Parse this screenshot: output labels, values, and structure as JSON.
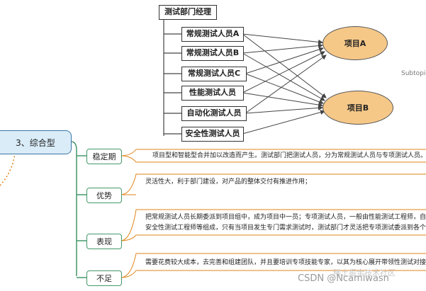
{
  "org_chart": {
    "manager": "测试部门经理",
    "staff": [
      "常规测试人员A",
      "常规测试人员B",
      "常规测试人员C",
      "性能测试人员",
      "自动化测试人员",
      "安全性测试人员"
    ],
    "projects": [
      "项目A",
      "项目B"
    ],
    "side_label": "Subtopic"
  },
  "mindmap": {
    "central_topic": "3、综合型",
    "branches": [
      {
        "label": "稳定期",
        "text": [
          "项目型和智能型合并加以改造而产生。测试部门把测试人员，分为常规测试人员与专项测试人员。"
        ]
      },
      {
        "label": "优势",
        "text": [
          "灵活性大，利于部门建设，对产品的整体交付有推进作用；"
        ]
      },
      {
        "label": "表现",
        "text": [
          "把常规测试人员长期委派到项目组中，成为项目中一员；专项测试人员，一般由性能测试工程师，自",
          "安全性测试工程师等组成，只有当项目发生专门需求测试时，测试部门才灵活把专项测试委派到各个"
        ]
      },
      {
        "label": "不足",
        "text": [
          "需要花费较大成本，去完善和组建团队，并且要培训专项技能专家，以其为核心展开带领性测试对接"
        ]
      }
    ]
  },
  "watermark": "CSDN @Ncamiwasn",
  "watermark_faint": "稀土掘金技术社区"
}
